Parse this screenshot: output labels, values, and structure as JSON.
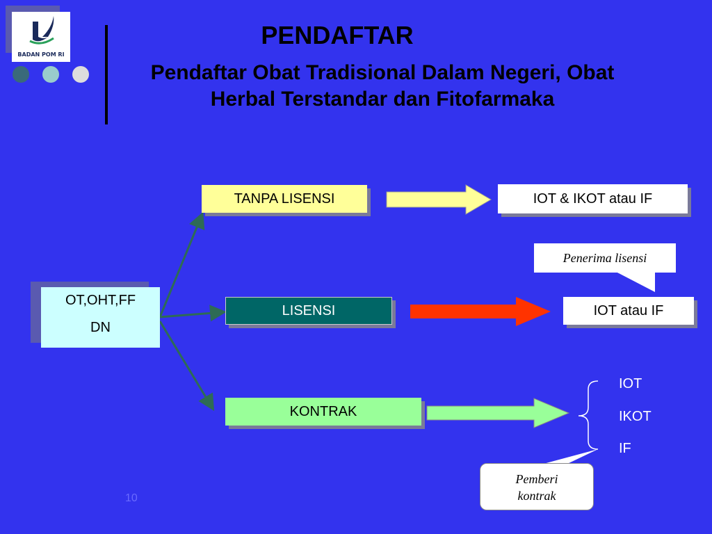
{
  "logo": {
    "text": "BADAN POM RI"
  },
  "title": "PENDAFTAR",
  "subtitle": {
    "line1": "Pendaftar Obat Tradisional Dalam Negeri, Obat",
    "line2": "Herbal Terstandar dan Fitofarmaka"
  },
  "source": {
    "line1": "OT,OHT,FF",
    "line2": "DN"
  },
  "branches": {
    "tanpa_lisensi": "TANPA LISENSI",
    "lisensi": "LISENSI",
    "kontrak": "KONTRAK"
  },
  "results": {
    "tanpa_lisensi": "IOT & IKOT atau IF",
    "lisensi": "IOT atau IF",
    "kontrak": [
      "IOT",
      "IKOT",
      "IF"
    ]
  },
  "callouts": {
    "penerima": "Penerima lisensi",
    "pemberi_line1": "Pemberi",
    "pemberi_line2": "kontrak"
  },
  "page_number": "10",
  "colors": {
    "background": "#3333ee",
    "tanpa_lisensi_box": "#ffff99",
    "lisensi_box": "#006666",
    "kontrak_box": "#99ff99",
    "source_box": "#ccffff",
    "arrow_yellow": "#ffff99",
    "arrow_red": "#ff3300",
    "arrow_green": "#99ff99"
  }
}
